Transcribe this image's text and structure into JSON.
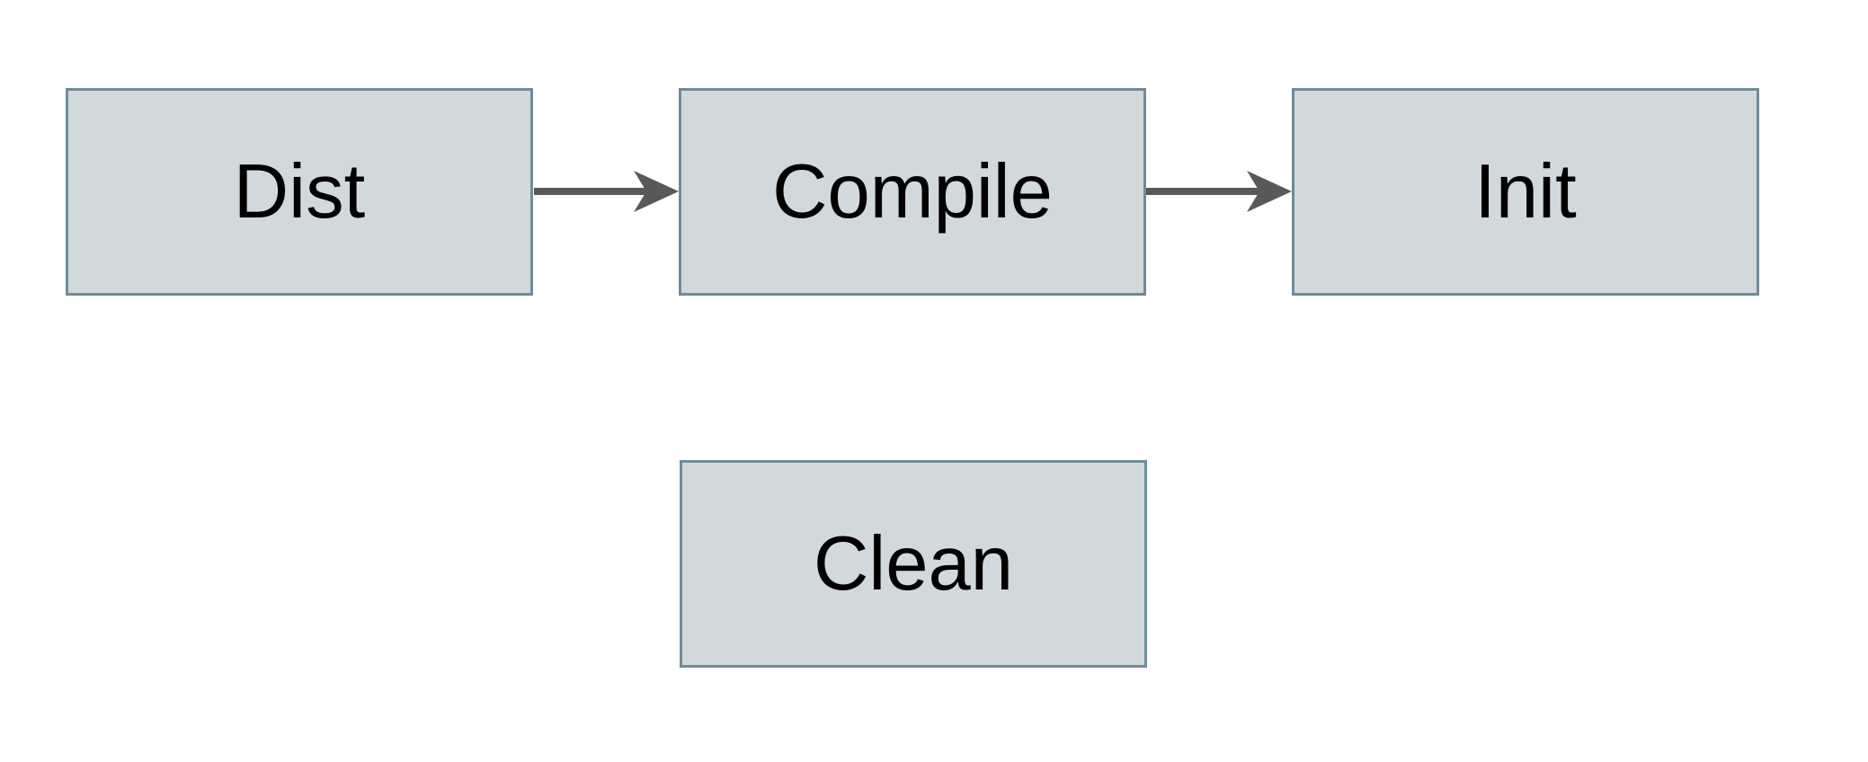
{
  "diagram": {
    "nodes": [
      {
        "id": "dist",
        "label": "Dist"
      },
      {
        "id": "compile",
        "label": "Compile"
      },
      {
        "id": "init",
        "label": "Init"
      },
      {
        "id": "clean",
        "label": "Clean"
      }
    ],
    "edges": [
      {
        "from": "Dist",
        "to": "Compile"
      },
      {
        "from": "Compile",
        "to": "Init"
      }
    ],
    "colors": {
      "background": "#ffffff",
      "node_fill": "#d2d9dc",
      "node_border": "#6f8b99",
      "arrow": "#58595b",
      "text": "#000000"
    }
  }
}
